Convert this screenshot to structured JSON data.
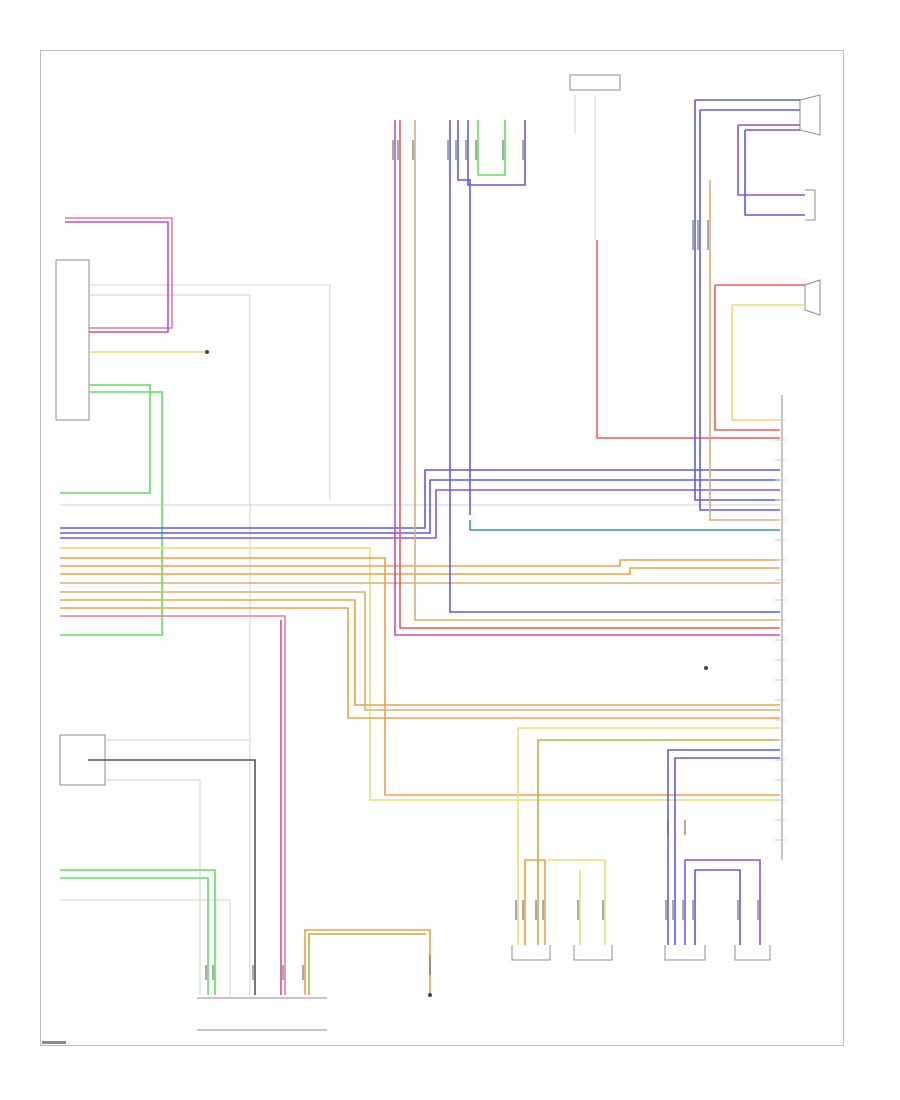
{
  "diagram": {
    "components": [
      {
        "id": "radio-receiver",
        "label": ""
      },
      {
        "id": "antenna-splitter",
        "label": ""
      },
      {
        "id": "radio-tuner",
        "label": ""
      },
      {
        "id": "front-tweeter-pair",
        "label": ""
      },
      {
        "id": "rear-speaker-pair",
        "label": ""
      },
      {
        "id": "front-door-speaker",
        "label": ""
      },
      {
        "id": "rear-tweeter",
        "label": ""
      },
      {
        "id": "subwoofer",
        "label": ""
      },
      {
        "id": "right-connector-block",
        "label": ""
      },
      {
        "id": "left-front-speaker-group",
        "label": ""
      },
      {
        "id": "left-rear-speaker-group",
        "label": ""
      }
    ],
    "wire_colors": {
      "pink": "#f07b93",
      "magenta": "#c04fc0",
      "green": "#5ee05e",
      "blue": "#5b5bea",
      "violet": "#8a55d8",
      "red": "#ee5a5a",
      "orange": "#f0a040",
      "yellow": "#e8e070",
      "olive": "#b9b040",
      "teal": "#3a9a9a",
      "tan": "#d8b070",
      "gray": "#9a9a9a",
      "black": "#555555"
    }
  }
}
